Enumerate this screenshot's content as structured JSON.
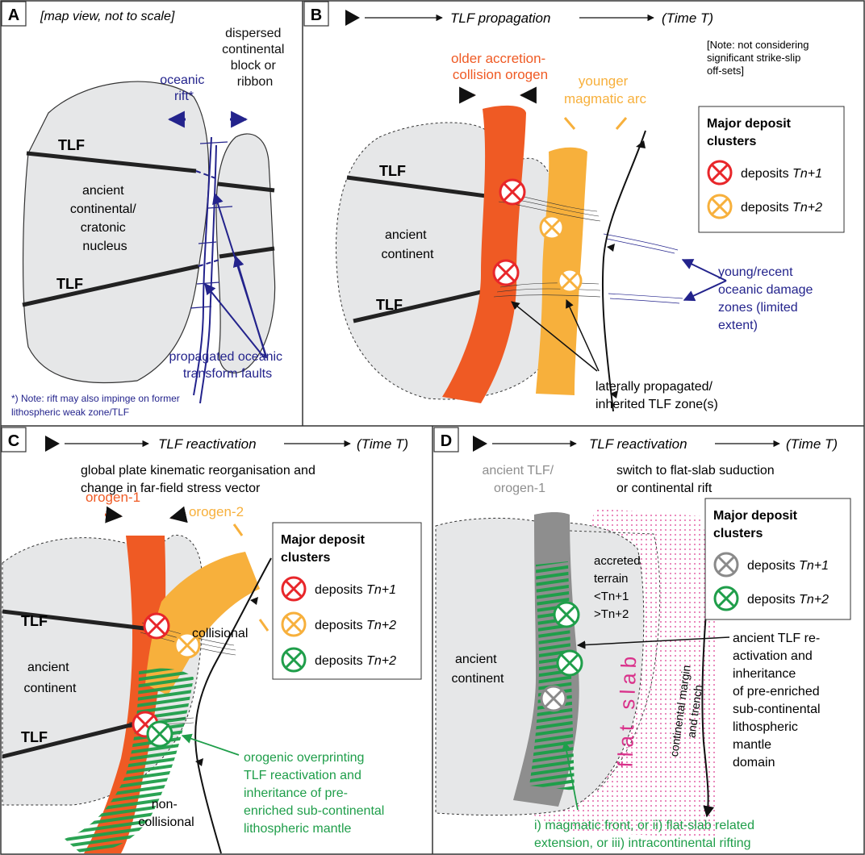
{
  "panelA": {
    "letter": "A",
    "header": "[map view, not to scale]",
    "labels": {
      "rift": [
        "oceanic",
        "rift*"
      ],
      "block": [
        "dispersed",
        "continental",
        "block or",
        "ribbon"
      ],
      "tlf_top": "TLF",
      "tlf_bottom": "TLF",
      "nucleus": [
        "ancient",
        "continental/",
        "cratonic",
        "nucleus"
      ],
      "faults": [
        "propagated oceanic",
        "transform faults"
      ],
      "note": [
        "*) Note: rift may also impinge on former",
        "lithospheric weak zone/TLF"
      ]
    }
  },
  "panelB": {
    "letter": "B",
    "header_title": "TLF propagation",
    "header_time": "(Time T)",
    "note": [
      "[Note: not considering",
      "significant strike-slip",
      "off-sets]"
    ],
    "labels": {
      "older_orogen": [
        "older accretion-",
        "collision orogen"
      ],
      "younger_arc": [
        "younger",
        "magmatic arc"
      ],
      "tlf_top": "TLF",
      "tlf_bottom": "TLF",
      "continent": [
        "ancient",
        "continent"
      ],
      "damage": [
        "young/recent",
        "oceanic damage",
        "zones (limited",
        "extent)"
      ],
      "propagated": [
        "laterally propagated/",
        "inherited TLF zone(s)"
      ]
    },
    "legend": {
      "title": [
        "Major deposit",
        "clusters"
      ],
      "items": [
        {
          "prefix": "deposits ",
          "tag": "Tn+1",
          "color": "#e8262a"
        },
        {
          "prefix": "deposits ",
          "tag": "Tn+2",
          "color": "#f7b03c"
        }
      ]
    }
  },
  "panelC": {
    "letter": "C",
    "header_title": "TLF reactivation",
    "header_time": "(Time T)",
    "subtitle": [
      "global plate kinematic reorganisation and",
      "change in far-field stress vector"
    ],
    "labels": {
      "orogen1": "orogen-1",
      "orogen2": "orogen-2",
      "collisional": "collisional",
      "noncollisional": [
        "non-",
        "collisional"
      ],
      "tlf_top": "TLF",
      "tlf_bottom": "TLF",
      "continent": [
        "ancient",
        "continent"
      ],
      "overprint": [
        "orogenic overprinting",
        "TLF reactivation and",
        "inheritance of pre-",
        "enriched sub-continental",
        "lithospheric mantle"
      ]
    },
    "legend": {
      "title": [
        "Major deposit",
        "clusters"
      ],
      "items": [
        {
          "prefix": "deposits ",
          "tag": "Tn+1",
          "color": "#e8262a"
        },
        {
          "prefix": "deposits ",
          "tag": "Tn+2",
          "color": "#f7b03c"
        },
        {
          "prefix": "deposits ",
          "tag": "Tn+2",
          "color": "#1f9e4a"
        }
      ]
    }
  },
  "panelD": {
    "letter": "D",
    "header_title": "TLF reactivation",
    "header_time": "(Time T)",
    "subtitle": [
      "switch to flat-slab suduction",
      "or continental rift"
    ],
    "labels": {
      "ancient_tlf": [
        "ancient TLF/",
        "orogen-1"
      ],
      "accreted": [
        "accreted",
        "terrain",
        "<Tn+1",
        ">Tn+2"
      ],
      "continent": [
        "ancient",
        "continent"
      ],
      "flat_slab": "flat slab",
      "margin": [
        "continental margin",
        "and trench"
      ],
      "reactivation": [
        "ancient TLF re-",
        "activation and",
        "inheritance",
        "of pre-enriched",
        "sub-continental",
        "lithospheric",
        "mantle",
        "domain"
      ],
      "front": [
        "i) magmatic front, or ii) flat-slab related",
        "extension, or iii) intracontinental rifting"
      ]
    },
    "legend": {
      "title": [
        "Major deposit",
        "clusters"
      ],
      "items": [
        {
          "prefix": "deposits ",
          "tag": "Tn+1",
          "color": "#8a8a8a"
        },
        {
          "prefix": "deposits ",
          "tag": "Tn+2",
          "color": "#1f9e4a"
        }
      ]
    }
  },
  "colors": {
    "orogen_red": "#ef5a24",
    "arc_orange": "#f7b03c",
    "land_grey": "#e6e7e8",
    "ocean_blue": "#23238c",
    "green": "#1f9e4a",
    "pink": "#d9318a",
    "slate": "#8e8e8e"
  }
}
